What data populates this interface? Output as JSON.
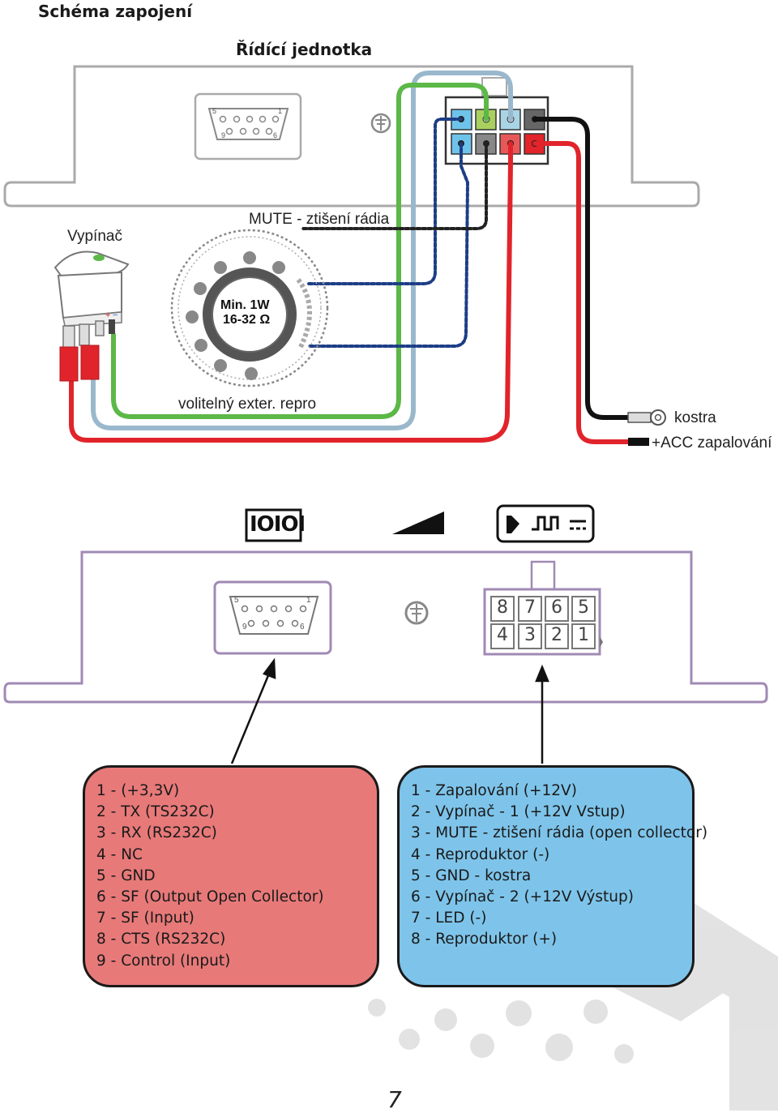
{
  "title": "Schéma zapojení",
  "unit_title": "Řídící jednotka",
  "labels": {
    "switch": "Vypínač",
    "mute": "MUTE - ztišení rádia",
    "speaker_optional": "volitelný exter. repro",
    "speaker_spec_line1": "Min. 1W",
    "speaker_spec_line2": "16-32 Ω",
    "ground": "kostra",
    "acc": "+ACC zapalování"
  },
  "icons": {
    "serial_icon_text": "IOIOI",
    "level": "volume-ramp-icon",
    "speaker_pulse": "speaker-pulse-icon"
  },
  "connector_pins": {
    "top_row": [
      "8",
      "7",
      "6",
      "5"
    ],
    "bottom_row": [
      "4",
      "3",
      "2",
      "1"
    ]
  },
  "db9_numbers": {
    "top_left": "5",
    "top_right": "1",
    "bottom_left": "9",
    "bottom_right": "6"
  },
  "db9_pins": {
    "title": "",
    "items": [
      "1 - (+3,3V)",
      "2 - TX (TS232C)",
      "3 - RX (RS232C)",
      "4 - NC",
      "5 - GND",
      "6 - SF (Output Open Collector)",
      "7 - SF (Input)",
      "8 - CTS (RS232C)",
      "9 - Control (Input)"
    ]
  },
  "power_pins": {
    "items": [
      "1 - Zapalování (+12V)",
      "2 - Vypínač - 1 (+12V Vstup)",
      "3 - MUTE - ztišení rádia (open collector)",
      "4 - Reproduktor (-)",
      "5 - GND - kostra",
      "6 - Vypínač - 2 (+12V Výstup)",
      "7 - LED (-)",
      "8 - Reproduktor (+)"
    ]
  },
  "page_number": "7",
  "colors": {
    "wire_red": "#e1242b",
    "wire_green": "#5cb847",
    "wire_lightblue": "#9ab8cc",
    "wire_black": "#111111",
    "wire_dotted": "#1c3e86",
    "box_red": "#e87979",
    "box_blue": "#7ec4ea",
    "outline_purple": "#a08ab4"
  }
}
